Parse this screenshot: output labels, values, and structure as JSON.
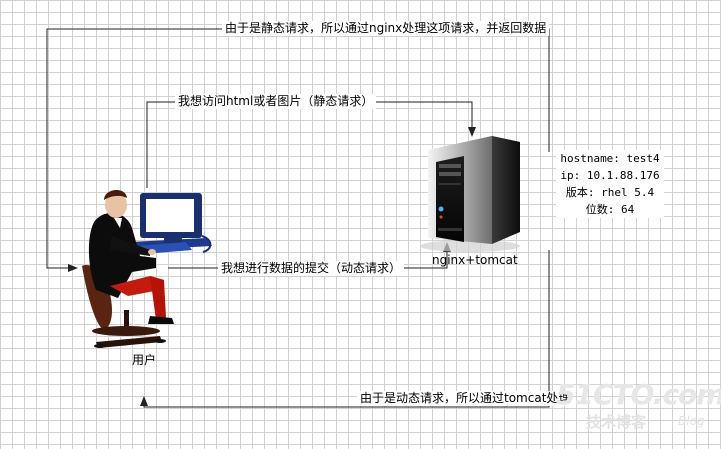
{
  "flows": {
    "static_response": "由于是静态请求，所以通过nginx处理这项请求，并返回数据",
    "static_request": "我想访问html或者图片（静态请求）",
    "dynamic_request": "我想进行数据的提交（动态请求）",
    "dynamic_response": "由于是动态请求，所以通过tomcat处理"
  },
  "server": {
    "label": "nginx+tomcat",
    "info": [
      "hostname: test4",
      "ip: 10.1.88.176",
      "版本: rhel 5.4",
      "位数: 64"
    ]
  },
  "user": {
    "label": "用户"
  },
  "watermark": {
    "site": "51CTO.com",
    "sub": "技术博客",
    "blog": "Blog"
  }
}
